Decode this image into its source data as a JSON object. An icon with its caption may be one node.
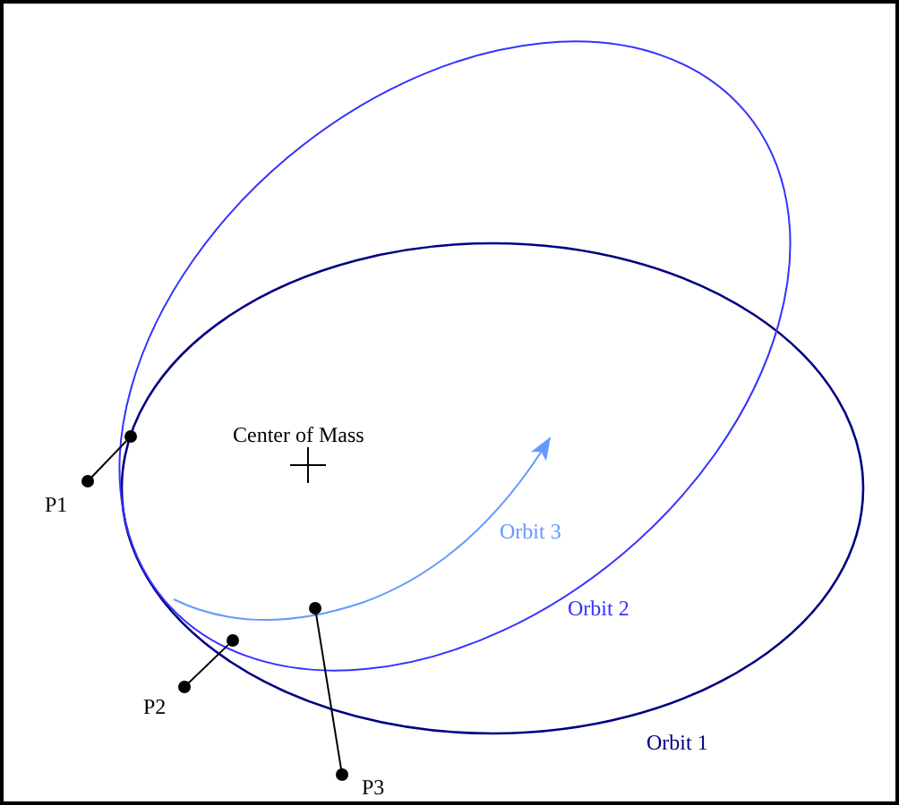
{
  "diagram": {
    "nodes": [
      {
        "text": [
          "P1"
        ]
      },
      {
        "text": [
          "P2"
        ]
      },
      {
        "text": [
          "P3"
        ]
      },
      {
        "text": [],
        "shape": "circle"
      },
      {
        "text": [],
        "shape": "circle"
      },
      {
        "text": [],
        "shape": "circle"
      }
    ],
    "edges": [
      {
        "from": 0,
        "to": 3,
        "arrow": "other"
      },
      {
        "from": 1,
        "to": 4,
        "arrow": "other"
      },
      {
        "from": 2,
        "to": 5,
        "arrow": "other"
      }
    ],
    "labels": [
      "Center of Mass",
      "Orbit 3",
      "Orbit 2",
      "Orbit 1"
    ]
  }
}
